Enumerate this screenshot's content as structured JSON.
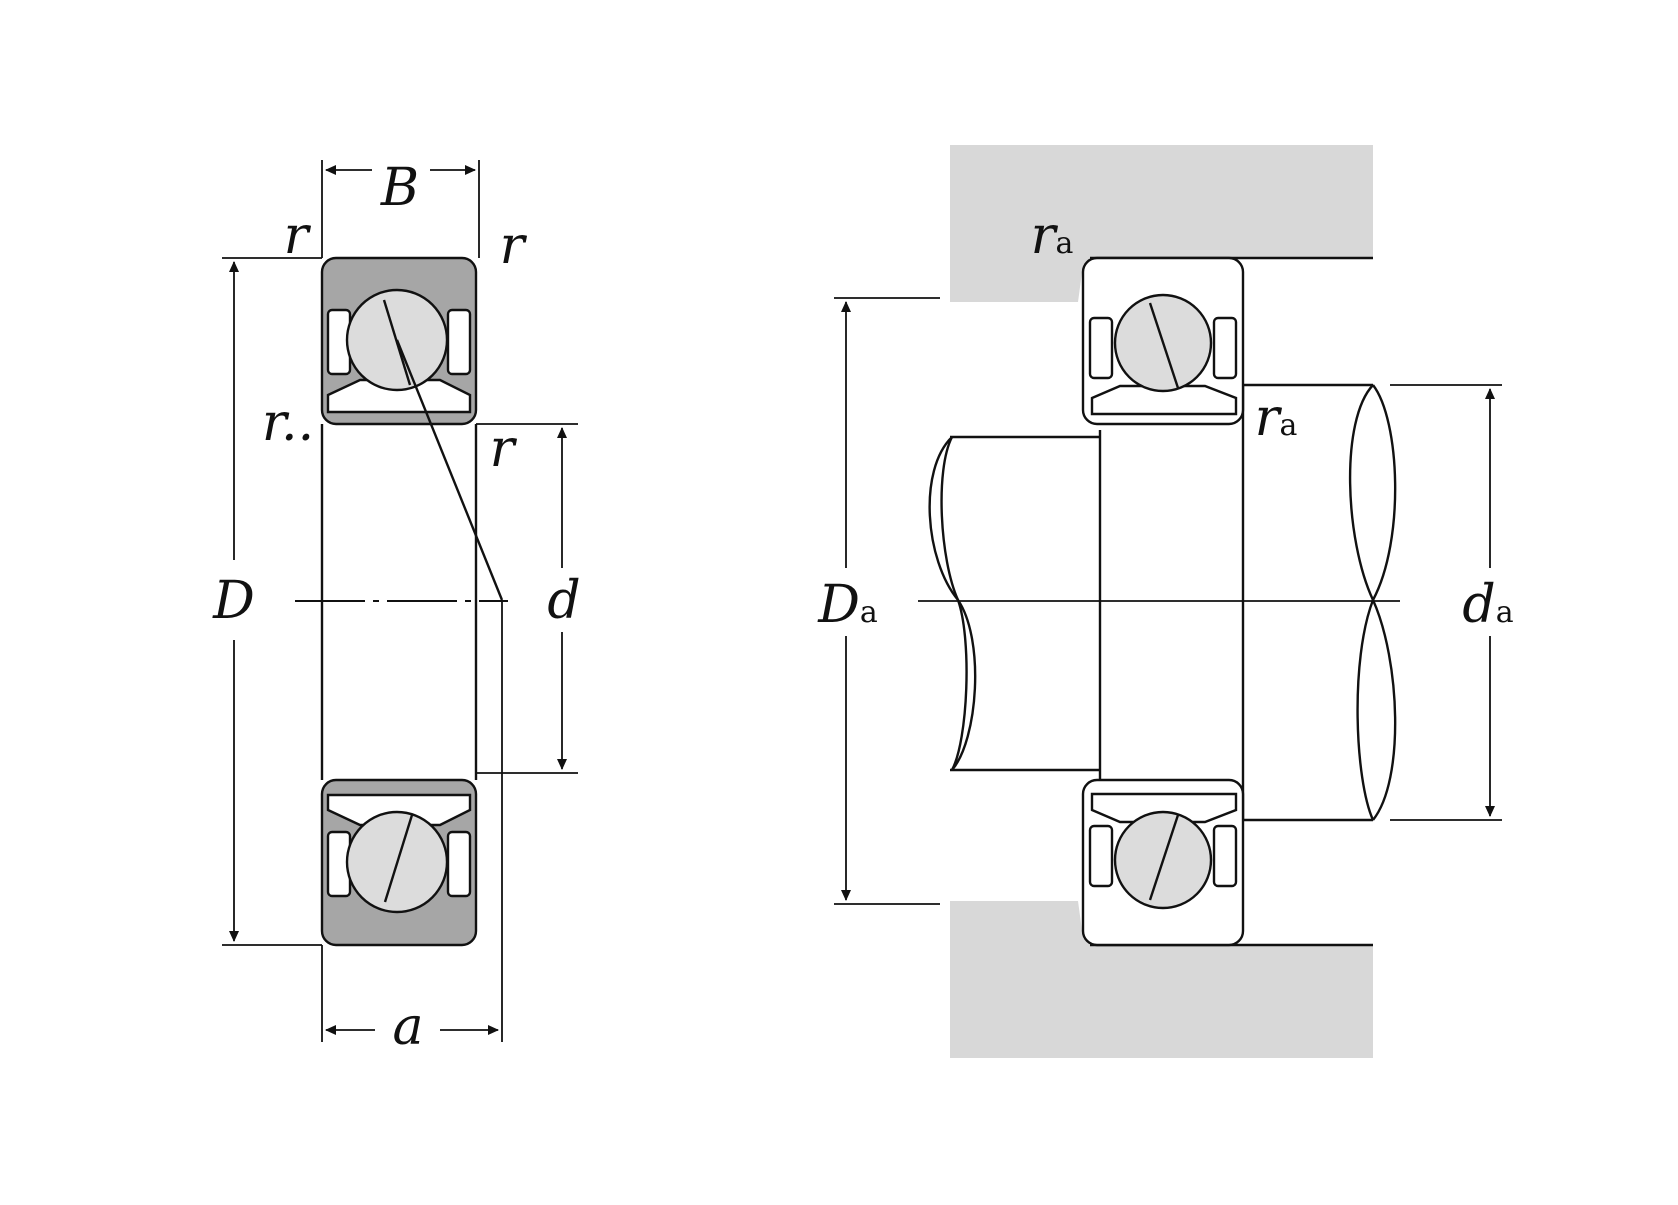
{
  "diagram": {
    "left_view": {
      "labels": {
        "width": "B",
        "outer_diameter": "D",
        "bore_diameter": "d",
        "load_center": "a",
        "chamfer_top_left": "r",
        "chamfer_top_right": "r",
        "chamfer_mid_left": "r..",
        "chamfer_mid_right": "r"
      }
    },
    "right_view": {
      "labels": {
        "housing_diameter_main": "D",
        "housing_diameter_sub": "a",
        "shaft_diameter_main": "d",
        "shaft_diameter_sub": "a",
        "fillet_housing_main": "r",
        "fillet_housing_sub": "a",
        "fillet_shaft_main": "r",
        "fillet_shaft_sub": "a"
      }
    },
    "colors": {
      "ring_fill": "#a6a6a6",
      "ball_fill": "#dcdcdc",
      "housing_fill": "#d8d8d8",
      "line": "#111111"
    }
  }
}
